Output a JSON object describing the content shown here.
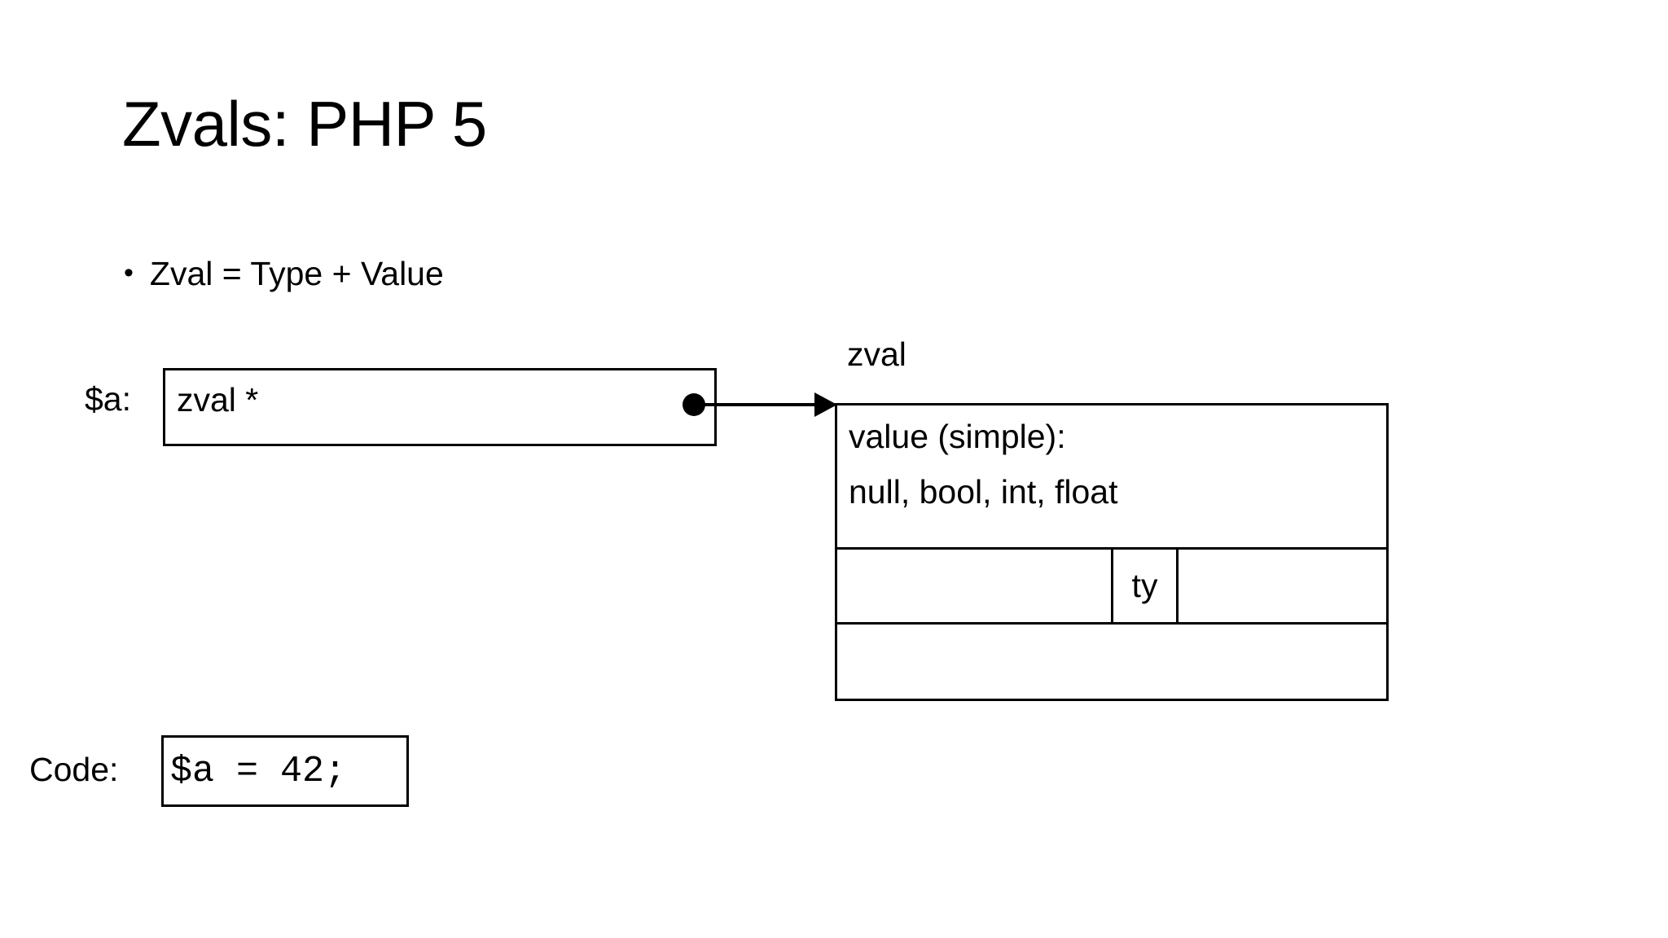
{
  "slide": {
    "title": "Zvals: PHP 5",
    "background_color": "#ffffff",
    "text_color": "#000000"
  },
  "bullets": [
    {
      "marker": "•",
      "text": "Zval = Type + Value"
    }
  ],
  "variable": {
    "label": "$a:",
    "box_text": "zval *",
    "pointer_marker": "filled-dot"
  },
  "arrow": {
    "direction": "right",
    "from": "variable-pointer-dot",
    "to": "zval-struct"
  },
  "zval_struct": {
    "caption": "zval",
    "rows": [
      {
        "name": "value-row",
        "lines": [
          "value (simple):",
          "null, bool, int, float"
        ]
      },
      {
        "name": "type-row",
        "cells": [
          "",
          "ty",
          ""
        ]
      },
      {
        "name": "extra-row",
        "cells": [
          ""
        ]
      }
    ]
  },
  "code": {
    "label": "Code:",
    "snippet": "$a = 42;"
  }
}
